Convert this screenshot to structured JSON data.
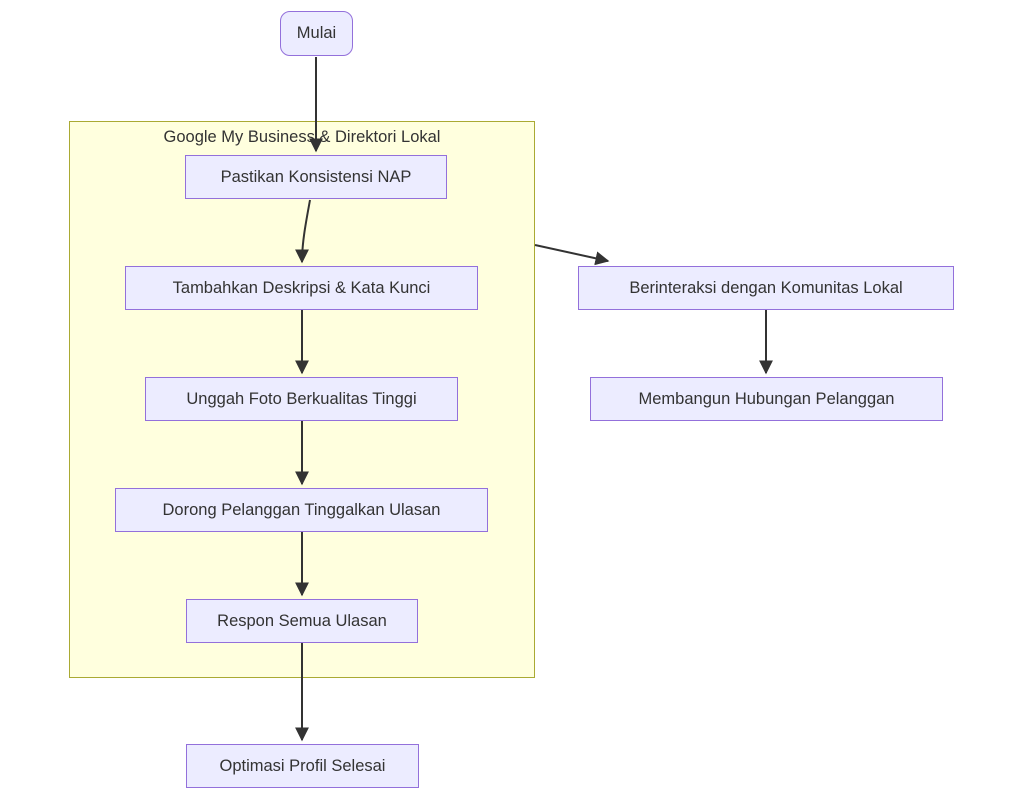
{
  "diagram": {
    "type": "flowchart",
    "direction": "top-bottom"
  },
  "colors": {
    "node_fill": "#ECECFF",
    "node_border": "#9370DB",
    "subgraph_fill": "#FFFFDE",
    "subgraph_border": "#AAAA33",
    "edge_color": "#333333",
    "text_color": "#333333",
    "background": "#FFFFFF"
  },
  "subgraph": {
    "title": "Google My Business & Direktori Lokal"
  },
  "nodes": {
    "mulai": {
      "label": "Mulai",
      "shape": "rounded"
    },
    "pastikan_nap": {
      "label": "Pastikan Konsistensi NAP",
      "shape": "rect"
    },
    "tambahkan_deskripsi": {
      "label": "Tambahkan Deskripsi & Kata Kunci",
      "shape": "rect"
    },
    "unggah_foto": {
      "label": "Unggah Foto Berkualitas Tinggi",
      "shape": "rect"
    },
    "dorong_ulasan": {
      "label": "Dorong Pelanggan Tinggalkan Ulasan",
      "shape": "rect"
    },
    "respon_ulasan": {
      "label": "Respon Semua Ulasan",
      "shape": "rect"
    },
    "optimasi_selesai": {
      "label": "Optimasi Profil Selesai",
      "shape": "rect"
    },
    "berinteraksi_komunitas": {
      "label": "Berinteraksi dengan Komunitas Lokal",
      "shape": "rect"
    },
    "membangun_hubungan": {
      "label": "Membangun Hubungan Pelanggan",
      "shape": "rect"
    }
  },
  "edges": [
    {
      "from": "mulai",
      "to": "pastikan_nap"
    },
    {
      "from": "pastikan_nap",
      "to": "tambahkan_deskripsi"
    },
    {
      "from": "tambahkan_deskripsi",
      "to": "unggah_foto"
    },
    {
      "from": "unggah_foto",
      "to": "dorong_ulasan"
    },
    {
      "from": "dorong_ulasan",
      "to": "respon_ulasan"
    },
    {
      "from": "respon_ulasan",
      "to": "optimasi_selesai"
    },
    {
      "from": "subgraph_google_my_business",
      "to": "berinteraksi_komunitas"
    },
    {
      "from": "berinteraksi_komunitas",
      "to": "membangun_hubungan"
    }
  ]
}
